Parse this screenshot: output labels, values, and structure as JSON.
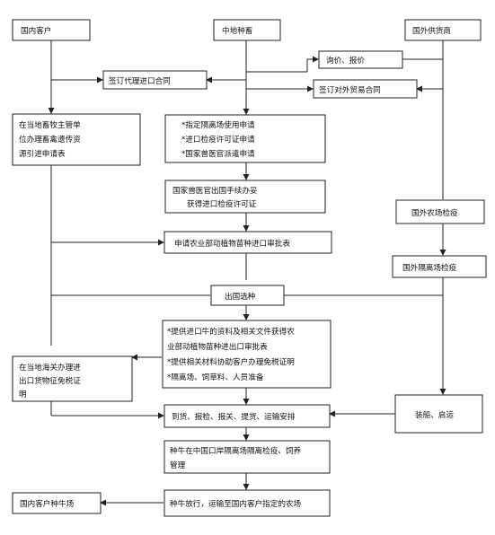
{
  "diagram": {
    "nodes": {
      "domestic_customer": "国内客户",
      "intermediary": "中地种畜",
      "foreign_supplier": "国外供货商",
      "inquiry_quote": "询价、报价",
      "agency_contract": "签订代理进口合同",
      "foreign_trade_contract": "签订对外贸易合同",
      "local_application": [
        "在当地畜牧主管单",
        "位办理畜禽遗传资",
        "源引进申请表"
      ],
      "apply_permits": [
        "*指定隔离场使用申请",
        "*进口检疫许可证申请",
        "*国家兽医官派遣申请"
      ],
      "vet_permit": [
        "国家兽医官出国手续办妥",
        "获得进口检疫许可证"
      ],
      "ministry_approval": "申请农业部动植物苗种进口审批表",
      "selection_abroad": "出国选种",
      "foreign_farm_quarantine": "国外农场检疫",
      "foreign_isolation_quarantine": "国外隔离场检疫",
      "provide_documents": [
        "*提供进口牛的资料及相关文件获得农",
        "业部动植物苗种进出口审批表",
        "*提供相关材料协助客户办理免税证明",
        "*隔离场、饲草料、人员准备"
      ],
      "customs_tax_exempt": [
        "在当地海关办理进",
        "出口货物征免税证",
        "明"
      ],
      "shipping": "装船、启运",
      "arrival": "到货、报检、报关、提货、运输安排",
      "port_isolation": [
        "种牛在中国口岸隔离场隔离检疫、饲养",
        "管理"
      ],
      "release_transport": "种牛放行，运输至国内客户指定的农场",
      "customer_farm": "国内客户种牛场"
    }
  }
}
